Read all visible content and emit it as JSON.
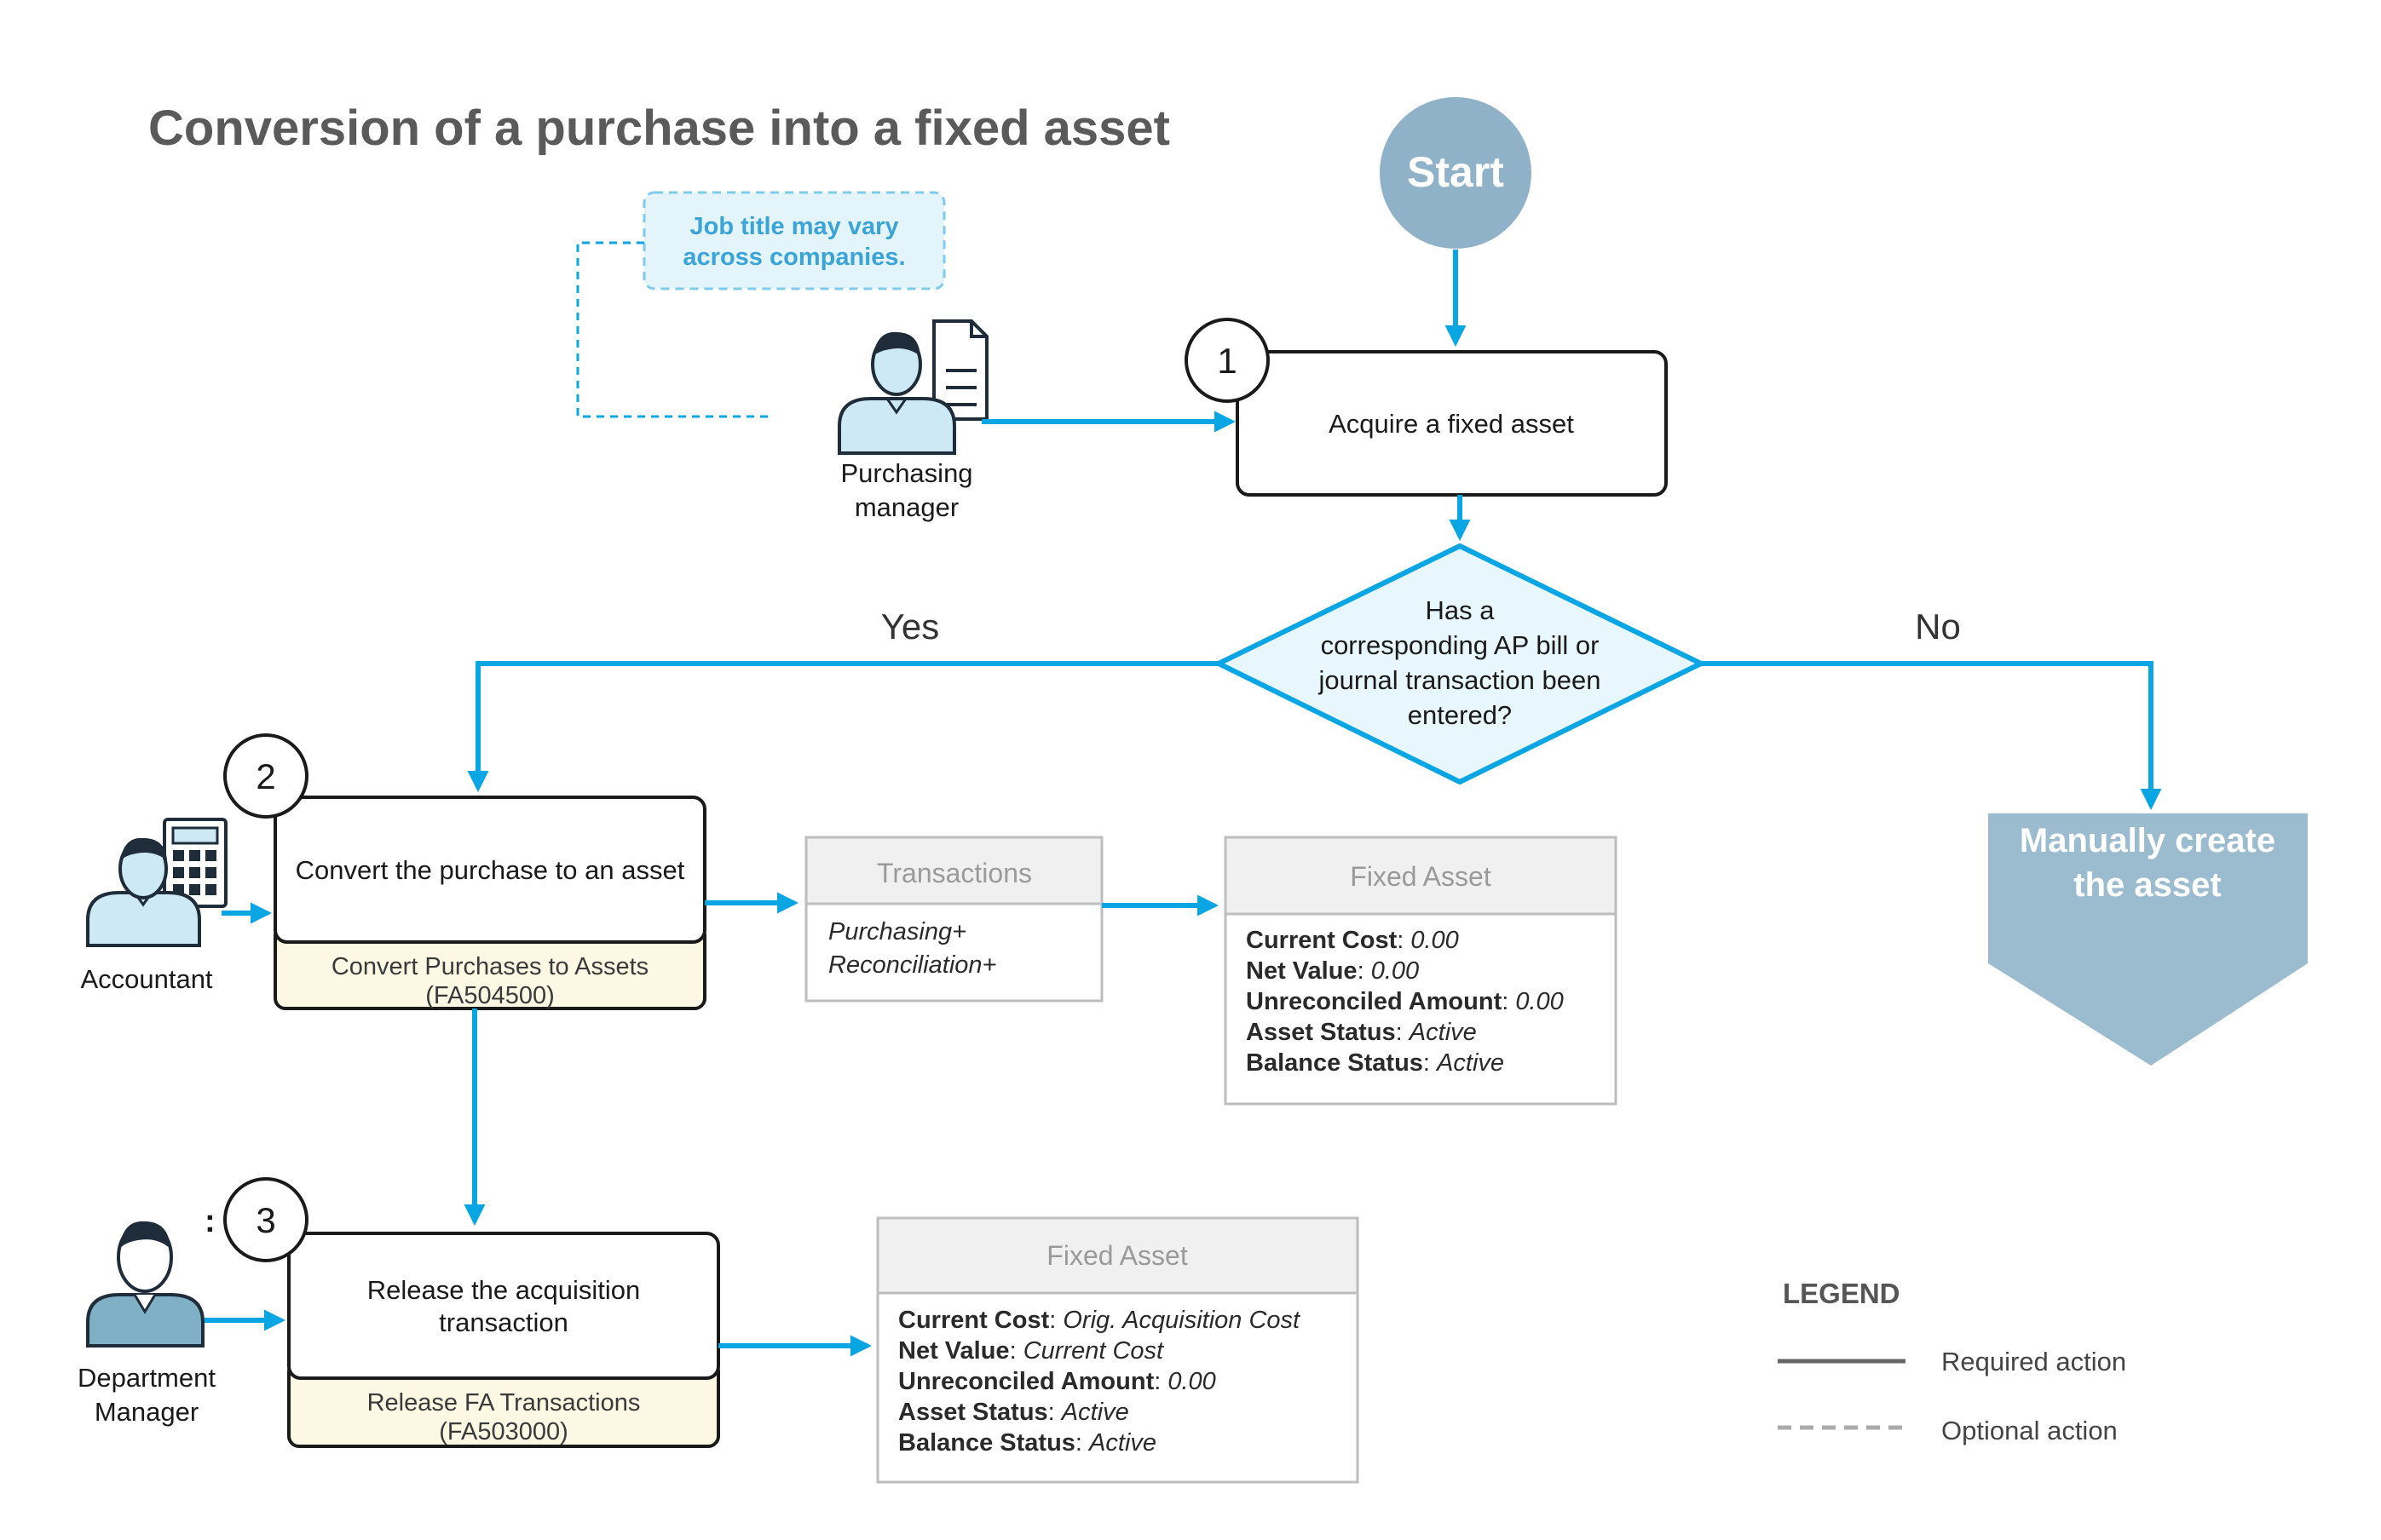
{
  "title": "Conversion of a purchase into a fixed asset",
  "start": "Start",
  "note": {
    "line1": "Job title may vary",
    "line2": "across companies."
  },
  "roles": {
    "purchasing": {
      "line1": "Purchasing",
      "line2": "manager"
    },
    "accountant": {
      "line1": "Accountant"
    },
    "department": {
      "line1": "Department",
      "line2": "Manager"
    }
  },
  "steps": [
    {
      "num": "1",
      "label": "Acquire a fixed asset"
    },
    {
      "num": "2",
      "label": "Convert the purchase to an asset",
      "form_line1": "Convert Purchases to Assets",
      "form_line2": "(FA504500)"
    },
    {
      "num": "3",
      "label_line1": "Release the acquisition",
      "label_line2": "transaction",
      "form_line1": "Release FA Transactions",
      "form_line2": "(FA503000)"
    }
  ],
  "decision": {
    "line1": "Has a",
    "line2": "corresponding AP bill or",
    "line3": "journal transaction been",
    "line4": "entered?"
  },
  "yes": "Yes",
  "no": "No",
  "manual": {
    "line1": "Manually create",
    "line2": "the asset"
  },
  "colon": ":",
  "panels": {
    "transactions": {
      "header": "Transactions",
      "row1": "Purchasing+",
      "row2": "Reconciliation+"
    },
    "fixed_asset_1": {
      "header": "Fixed Asset",
      "rows": [
        {
          "key": "Current Cost",
          "val": "0.00"
        },
        {
          "key": "Net Value",
          "val": "0.00"
        },
        {
          "key": "Unreconciled Amount",
          "val": "0.00"
        },
        {
          "key": "Asset Status",
          "val": "Active"
        },
        {
          "key": "Balance Status",
          "val": "Active"
        }
      ]
    },
    "fixed_asset_2": {
      "header": "Fixed Asset",
      "rows": [
        {
          "key": "Current Cost",
          "val": "Orig. Acquisition Cost"
        },
        {
          "key": "Net Value",
          "val": "Current Cost"
        },
        {
          "key": "Unreconciled Amount",
          "val": "0.00"
        },
        {
          "key": "Asset Status",
          "val": "Active"
        },
        {
          "key": "Balance Status",
          "val": "Active"
        }
      ]
    }
  },
  "legend": {
    "title": "LEGEND",
    "required": "Required action",
    "optional": "Optional action"
  },
  "colors": {
    "flow": "#0aa6e4",
    "start_fill": "#8fb2c8",
    "manual_fill": "#9bbccf",
    "form_fill": "#fdf8e3",
    "decision_fill": "#e8f6fd",
    "note_fill": "#e3f4fb"
  }
}
